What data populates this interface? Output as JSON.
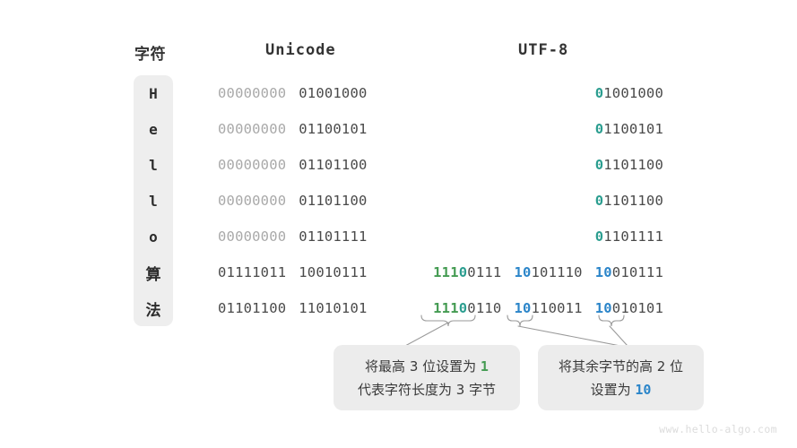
{
  "headers": {
    "character": "字符",
    "unicode": "Unicode",
    "utf8": "UTF-8"
  },
  "characters": [
    "H",
    "e",
    "l",
    "l",
    "o",
    "算",
    "法"
  ],
  "rows": [
    {
      "char": "H",
      "unicode": [
        {
          "text": "00000000",
          "style": "pale"
        },
        {
          "text": "01001000",
          "style": "dark"
        }
      ],
      "utf8": [
        [
          {
            "text": "0",
            "style": "teal"
          },
          {
            "text": "1001000",
            "style": "dark"
          }
        ]
      ]
    },
    {
      "char": "e",
      "unicode": [
        {
          "text": "00000000",
          "style": "pale"
        },
        {
          "text": "01100101",
          "style": "dark"
        }
      ],
      "utf8": [
        [
          {
            "text": "0",
            "style": "teal"
          },
          {
            "text": "1100101",
            "style": "dark"
          }
        ]
      ]
    },
    {
      "char": "l",
      "unicode": [
        {
          "text": "00000000",
          "style": "pale"
        },
        {
          "text": "01101100",
          "style": "dark"
        }
      ],
      "utf8": [
        [
          {
            "text": "0",
            "style": "teal"
          },
          {
            "text": "1101100",
            "style": "dark"
          }
        ]
      ]
    },
    {
      "char": "l",
      "unicode": [
        {
          "text": "00000000",
          "style": "pale"
        },
        {
          "text": "01101100",
          "style": "dark"
        }
      ],
      "utf8": [
        [
          {
            "text": "0",
            "style": "teal"
          },
          {
            "text": "1101100",
            "style": "dark"
          }
        ]
      ]
    },
    {
      "char": "o",
      "unicode": [
        {
          "text": "00000000",
          "style": "pale"
        },
        {
          "text": "01101111",
          "style": "dark"
        }
      ],
      "utf8": [
        [
          {
            "text": "0",
            "style": "teal"
          },
          {
            "text": "1101111",
            "style": "dark"
          }
        ]
      ]
    },
    {
      "char": "算",
      "unicode": [
        {
          "text": "01111011",
          "style": "dark"
        },
        {
          "text": "10010111",
          "style": "dark"
        }
      ],
      "utf8": [
        [
          {
            "text": "111",
            "style": "green"
          },
          {
            "text": "0",
            "style": "teal"
          },
          {
            "text": "0111",
            "style": "dark"
          }
        ],
        [
          {
            "text": "10",
            "style": "blue"
          },
          {
            "text": "101110",
            "style": "dark"
          }
        ],
        [
          {
            "text": "10",
            "style": "blue"
          },
          {
            "text": "010111",
            "style": "dark"
          }
        ]
      ]
    },
    {
      "char": "法",
      "unicode": [
        {
          "text": "01101100",
          "style": "dark"
        },
        {
          "text": "11010101",
          "style": "dark"
        }
      ],
      "utf8": [
        [
          {
            "text": "111",
            "style": "green"
          },
          {
            "text": "0",
            "style": "teal"
          },
          {
            "text": "0110",
            "style": "dark"
          }
        ],
        [
          {
            "text": "10",
            "style": "blue"
          },
          {
            "text": "110011",
            "style": "dark"
          }
        ],
        [
          {
            "text": "10",
            "style": "blue"
          },
          {
            "text": "010101",
            "style": "dark"
          }
        ]
      ]
    }
  ],
  "notes": {
    "left": {
      "line1_prefix": "将最高 3 位设置为 ",
      "line1_highlight": "1",
      "line1_highlight_color": "#449b52",
      "line2": "代表字符长度为 3 字节"
    },
    "right": {
      "line1": "将其余字节的高 2 位",
      "line2_prefix": "设置为 ",
      "line2_highlight": "10",
      "line2_highlight_color": "#2b85c9"
    }
  },
  "watermark": "www.hello-algo.com",
  "colors": {
    "pale": "#a9a9a9",
    "dark": "#4a4a4a",
    "teal": "#2a9d8f",
    "green": "#449b52",
    "blue": "#2b85c9",
    "badge_bg": "#eeeeee",
    "note_bg": "#ececec",
    "background": "#ffffff"
  }
}
